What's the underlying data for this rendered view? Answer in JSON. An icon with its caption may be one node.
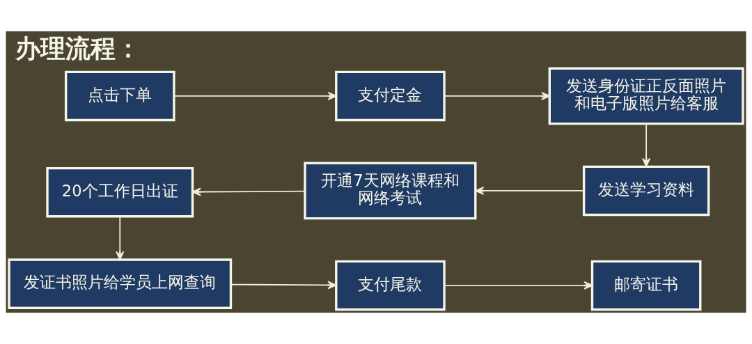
{
  "diagram": {
    "title": "办理流程：",
    "nodes": [
      {
        "text": [
          "点击下单"
        ]
      },
      {
        "text": [
          "支付定金"
        ]
      },
      {
        "text": [
          "发送身份证正反面照片和电子版照片给客服"
        ]
      },
      {
        "text": [
          "发送学习资料"
        ]
      },
      {
        "text": [
          "开通7天网络课程和网络考试"
        ]
      },
      {
        "text": [
          "20个工作日出证"
        ]
      },
      {
        "text": [
          "发证书照片给学员上网查询"
        ]
      },
      {
        "text": [
          "支付尾款"
        ]
      },
      {
        "text": [
          "邮寄证书"
        ]
      }
    ],
    "edges": [
      {
        "from": 0,
        "to": 1,
        "arrow": "to"
      },
      {
        "from": 1,
        "to": 2,
        "arrow": "to"
      },
      {
        "from": 2,
        "to": 3,
        "arrow": "to"
      },
      {
        "from": 3,
        "to": 4,
        "arrow": "to"
      },
      {
        "from": 4,
        "to": 5,
        "arrow": "to"
      },
      {
        "from": 5,
        "to": 6,
        "arrow": "to"
      },
      {
        "from": 6,
        "to": 7,
        "arrow": "to"
      },
      {
        "from": 7,
        "to": 8,
        "arrow": "to"
      }
    ]
  }
}
